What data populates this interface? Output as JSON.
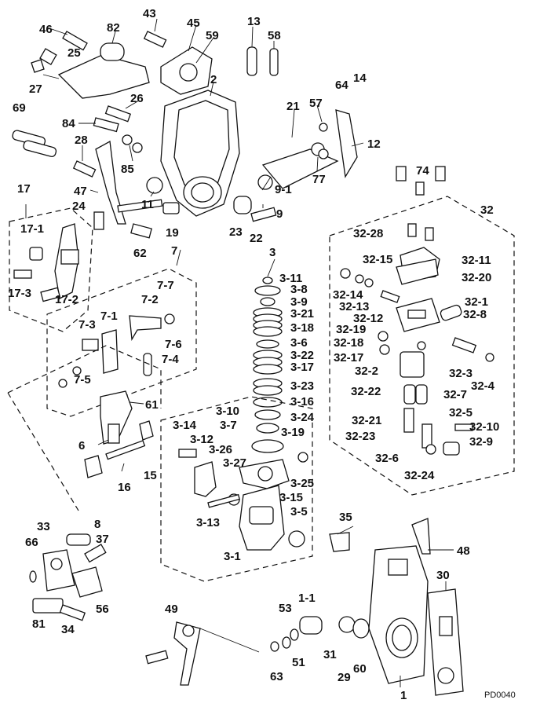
{
  "diagram": {
    "drawing_id": "PD0040",
    "part_labels": [
      "46",
      "25",
      "82",
      "43",
      "45",
      "59",
      "13",
      "58",
      "27",
      "26",
      "2",
      "21",
      "57",
      "64",
      "14",
      "12",
      "69",
      "84",
      "28",
      "85",
      "47",
      "11",
      "19",
      "62",
      "23",
      "22",
      "9-1",
      "77",
      "9",
      "17",
      "17-1",
      "17-3",
      "17-2",
      "24",
      "7",
      "7-7",
      "7-2",
      "7-6",
      "7-3",
      "7-1",
      "7-4",
      "7-5",
      "61",
      "6",
      "16",
      "15",
      "3",
      "3-11",
      "3-8",
      "3-9",
      "3-21",
      "3-18",
      "3-6",
      "3-22",
      "3-17",
      "3-23",
      "3-16",
      "3-24",
      "3-10",
      "3-7",
      "3-19",
      "3-14",
      "3-12",
      "3-26",
      "3-27",
      "3-25",
      "3-15",
      "3-5",
      "3-13",
      "3-1",
      "74",
      "32",
      "32-28",
      "32-11",
      "32-20",
      "32-15",
      "32-14",
      "32-13",
      "32-12",
      "32-19",
      "32-18",
      "32-17",
      "32-2",
      "32-22",
      "32-1",
      "32-8",
      "32-3",
      "32-4",
      "32-7",
      "32-21",
      "32-23",
      "32-6",
      "32-24",
      "32-5",
      "32-10",
      "32-9",
      "8",
      "33",
      "37",
      "66",
      "56",
      "81",
      "34",
      "49",
      "35",
      "48",
      "30",
      "53",
      "1-1",
      "31",
      "29",
      "60",
      "63",
      "51",
      "1"
    ]
  }
}
